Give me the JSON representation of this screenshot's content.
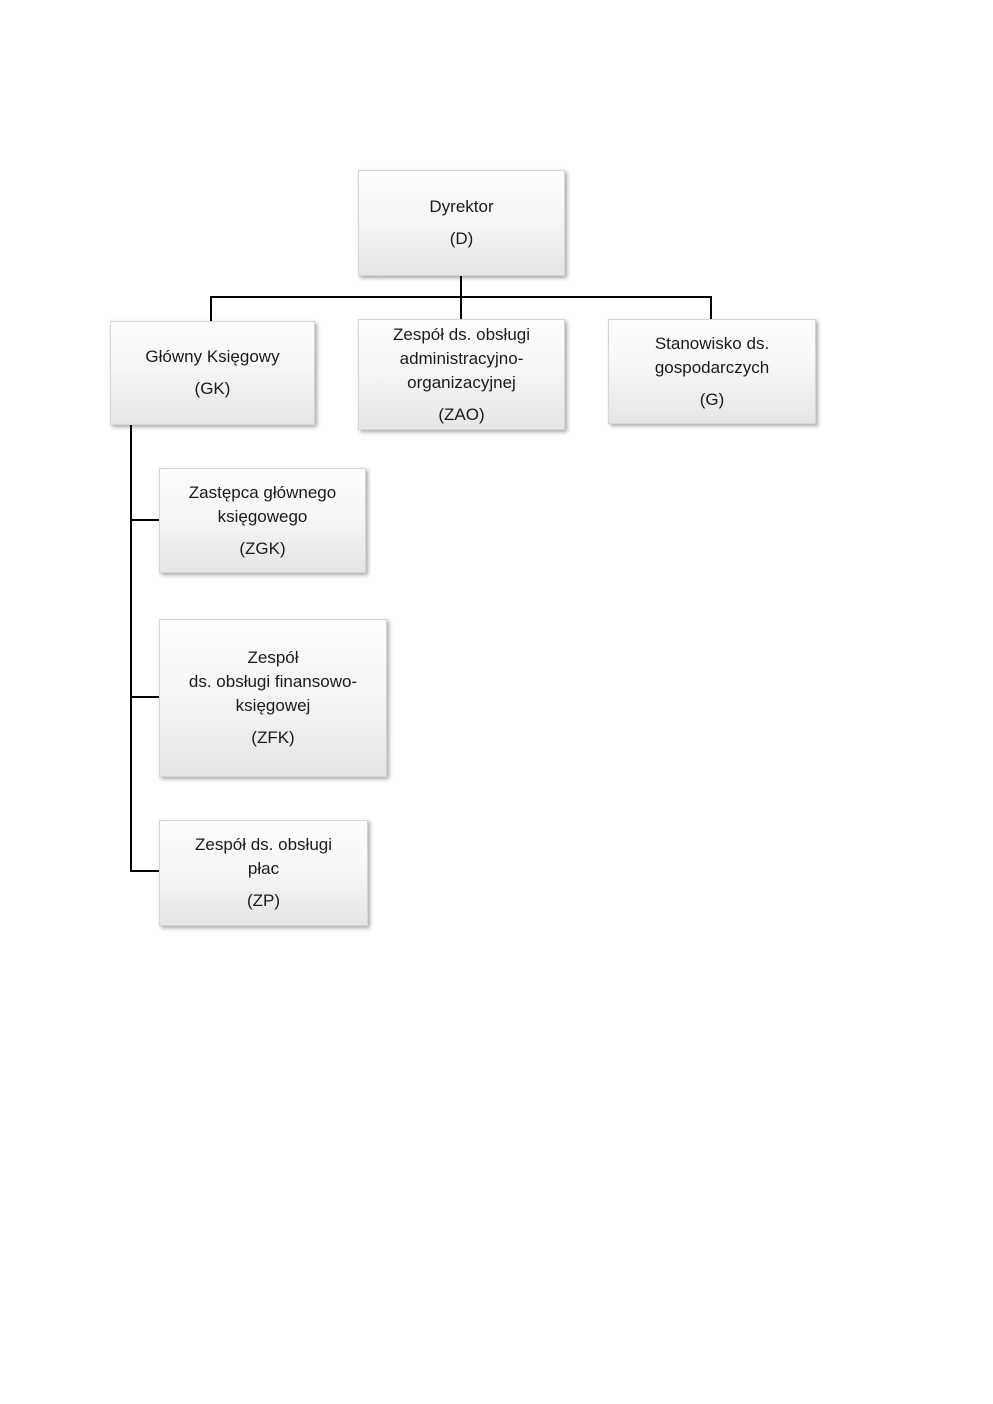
{
  "diagram": {
    "type": "org-chart",
    "language": "pl",
    "line_color": "#000000",
    "box_fill_top": "#fefefe",
    "box_fill_bottom": "#e6e6e6",
    "box_border_color": "#d6d6d6",
    "text_color": "#1a1a1a",
    "nodes": [
      {
        "id": "D",
        "name": "Dyrektor",
        "abbr": "(D)"
      },
      {
        "id": "GK",
        "name": "Główny Księgowy",
        "abbr": "(GK)"
      },
      {
        "id": "ZAO",
        "name": "Zespół ds. obsługi\nadministracyjno-\norganizacyjnej",
        "abbr": "(ZAO)"
      },
      {
        "id": "G",
        "name": "Stanowisko ds.\ngospodarczych",
        "abbr": "(G)"
      },
      {
        "id": "ZGK",
        "name": "Zastępca głównego\nksięgowego",
        "abbr": "(ZGK)"
      },
      {
        "id": "ZFK",
        "name": "Zespół\nds. obsługi finansowo-\nksięgowej",
        "abbr": "(ZFK)"
      },
      {
        "id": "ZP",
        "name": "Zespół ds. obsługi\npłac",
        "abbr": "(ZP)"
      }
    ],
    "edges": [
      {
        "from": "D",
        "to": "GK"
      },
      {
        "from": "D",
        "to": "ZAO"
      },
      {
        "from": "D",
        "to": "G"
      },
      {
        "from": "GK",
        "to": "ZGK"
      },
      {
        "from": "GK",
        "to": "ZFK"
      },
      {
        "from": "GK",
        "to": "ZP"
      }
    ]
  }
}
